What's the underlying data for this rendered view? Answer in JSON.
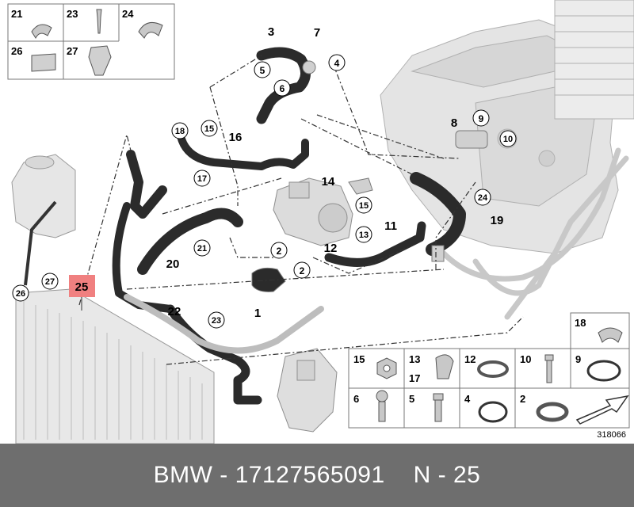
{
  "callouts": {
    "c1": "1",
    "c2a": "2",
    "c2b": "2",
    "c3": "3",
    "c4": "4",
    "c5": "5",
    "c6": "6",
    "c7": "7",
    "c8": "8",
    "c9": "9",
    "c10": "10",
    "c11": "11",
    "c12": "12",
    "c13": "13",
    "c14": "14",
    "c15a": "15",
    "c15b": "15",
    "c16": "16",
    "c17": "17",
    "c18": "18",
    "c19": "19",
    "c20": "20",
    "c21": "21",
    "c22": "22",
    "c23": "23",
    "c24": "24",
    "c25": "25",
    "c26": "26",
    "c27": "27"
  },
  "inset_top_left": [
    "21",
    "23",
    "24",
    "26",
    "27"
  ],
  "inset_small_right": "18",
  "parts_table": {
    "row1": [
      "15",
      "13",
      "17",
      "12",
      "10",
      "9"
    ],
    "row2": [
      "6",
      "5",
      "4",
      "2"
    ]
  },
  "diagram_ref": "318066",
  "footer": {
    "brand_part": "BMW - 17127565091",
    "position": "N - 25"
  },
  "colors": {
    "footer_bg": "#6e6e6e",
    "highlight": "#f08080",
    "hose": "#2b2b2b",
    "engine": "#cfcfcf"
  }
}
